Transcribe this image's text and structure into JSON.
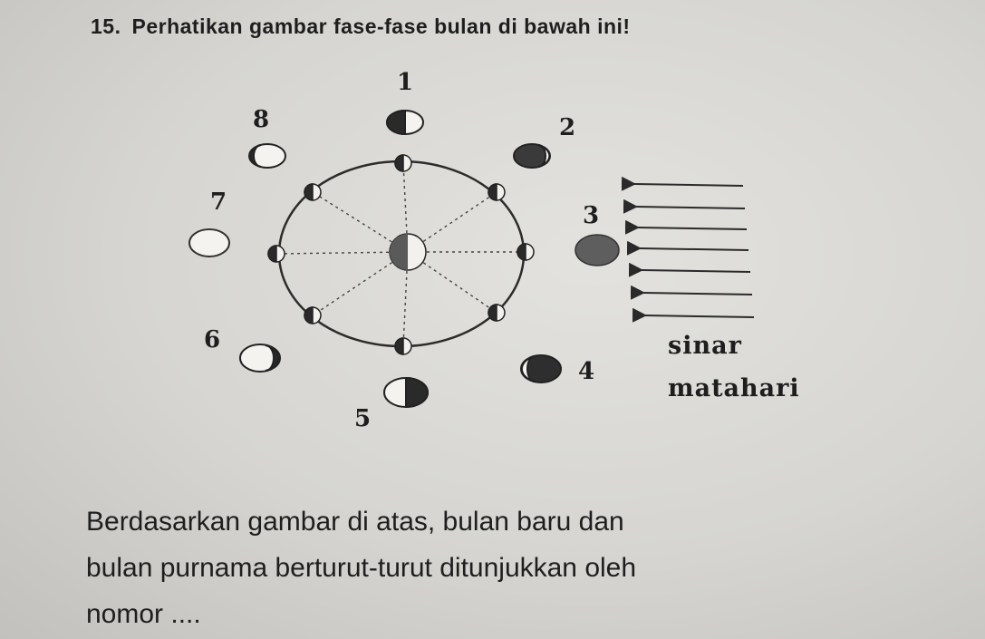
{
  "question": {
    "number": "15.",
    "title": "Perhatikan gambar fase-fase bulan di bawah ini!"
  },
  "diagram": {
    "phase_labels": [
      "1",
      "2",
      "3",
      "4",
      "5",
      "6",
      "7",
      "8"
    ],
    "sun_label_line1": "sinar",
    "sun_label_line2": "matahari"
  },
  "body": {
    "line1": "Berdasarkan gambar di atas, bulan baru dan",
    "line2": "bulan purnama berturut-turut ditunjukkan oleh",
    "line3": "nomor ...."
  }
}
